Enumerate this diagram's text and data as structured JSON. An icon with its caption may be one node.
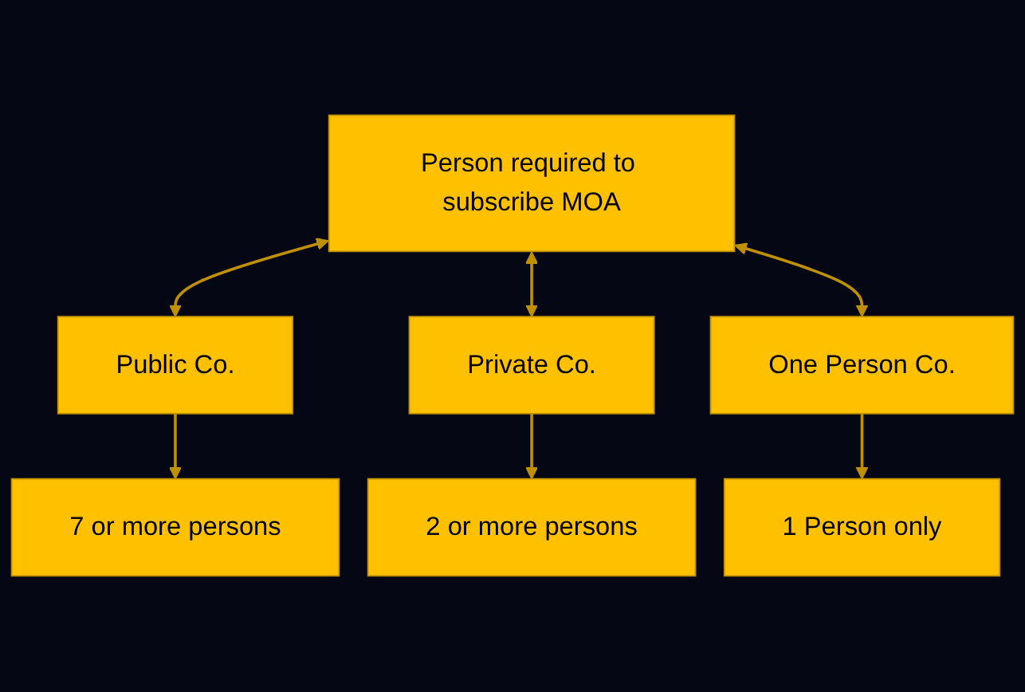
{
  "diagram": {
    "nodes": [
      {
        "text": [
          "Person required to subscribe MOA"
        ]
      },
      {
        "text": [
          "Public Co."
        ]
      },
      {
        "text": [
          "Private Co."
        ]
      },
      {
        "text": [
          "One Person Co."
        ]
      },
      {
        "text": [
          "7 or more persons"
        ]
      },
      {
        "text": [
          "2 or more persons"
        ]
      },
      {
        "text": [
          "1 Person only"
        ]
      }
    ],
    "edges": [
      {
        "from": 0,
        "to": 1,
        "arrow": "both"
      },
      {
        "from": 0,
        "to": 2,
        "arrow": "both"
      },
      {
        "from": 0,
        "to": 3,
        "arrow": "both"
      },
      {
        "from": 1,
        "to": 4,
        "arrow": "to"
      },
      {
        "from": 2,
        "to": 5,
        "arrow": "to"
      },
      {
        "from": 3,
        "to": 6,
        "arrow": "to"
      }
    ]
  }
}
